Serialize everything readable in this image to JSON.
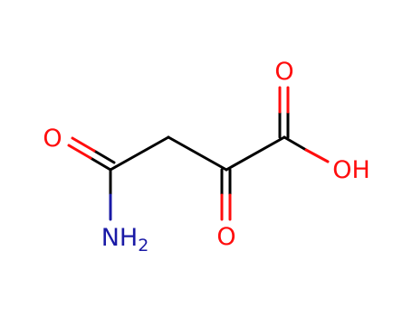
{
  "molecule": {
    "atoms": {
      "o_amide": {
        "text": "O",
        "color": "#ff0d0d"
      },
      "n_amide": {
        "text": "NH",
        "sub": "2",
        "color": "#1a1aa6"
      },
      "o_keto": {
        "text": "O",
        "color": "#ff0d0d"
      },
      "o_acid_double": {
        "text": "O",
        "color": "#ff0d0d"
      },
      "oh_acid": {
        "text": "OH",
        "color": "#ff0d0d"
      }
    },
    "bond_color": "#000000"
  }
}
